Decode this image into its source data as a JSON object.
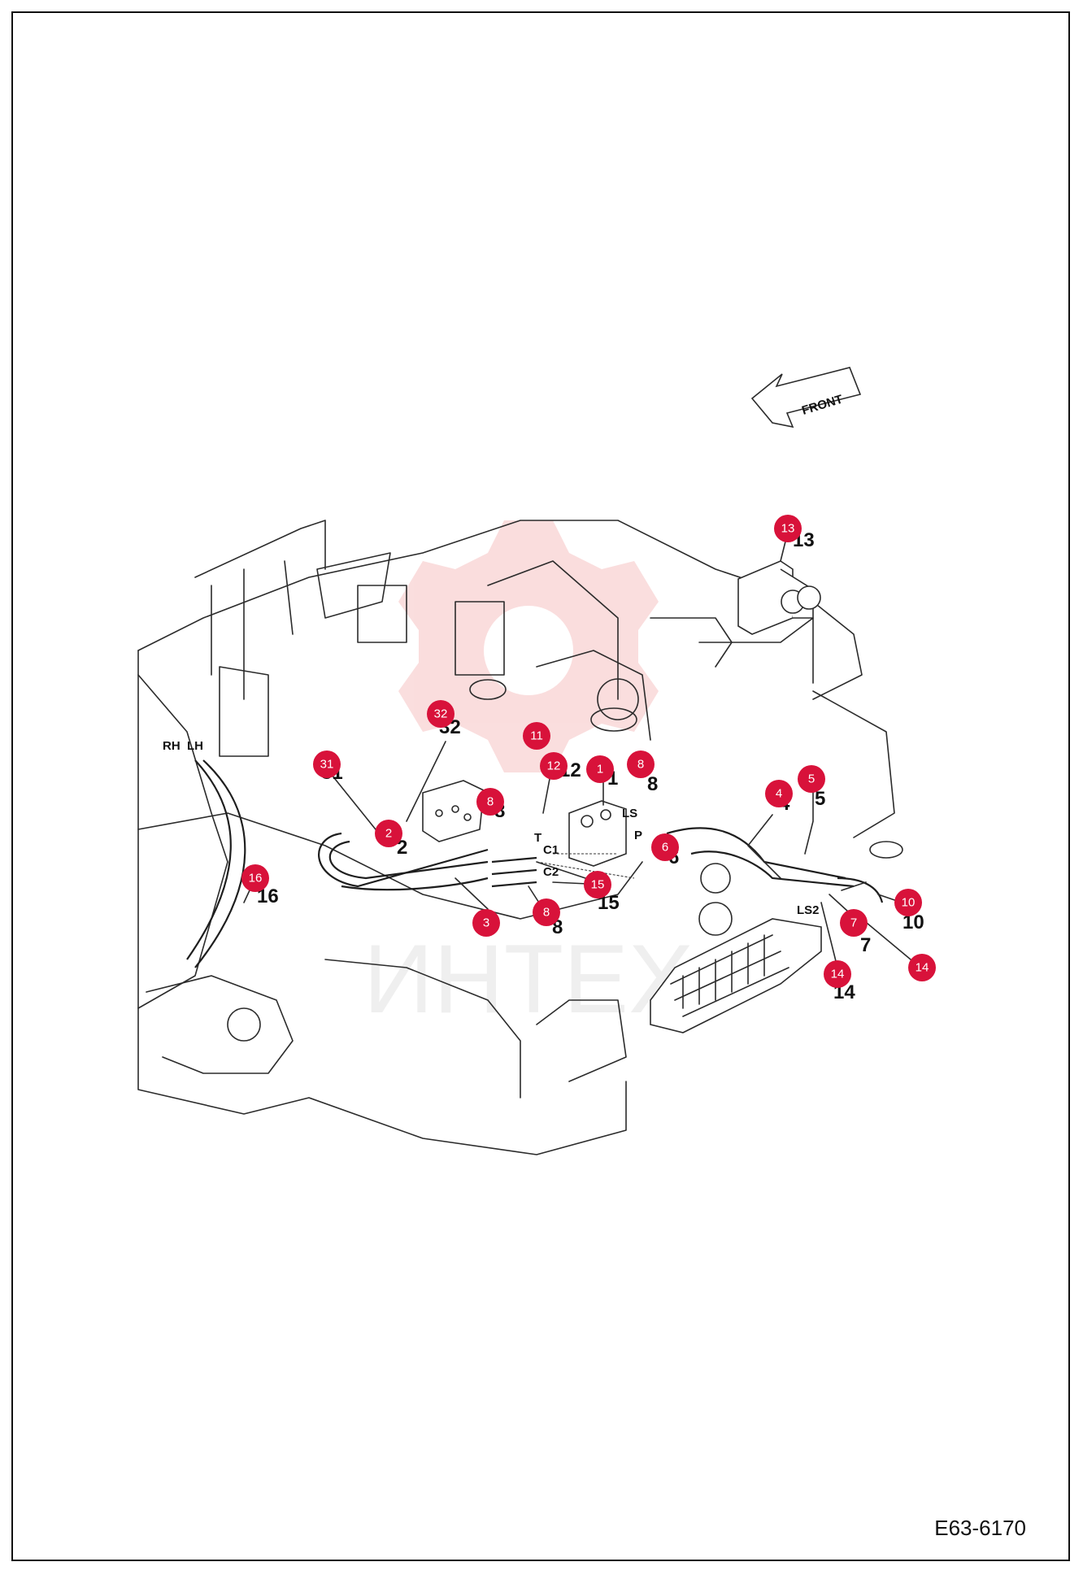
{
  "drawing_code": "E63-6170",
  "direction_label": "FRONT",
  "watermark_text": "ИНТЕХ",
  "port_labels": [
    "RH",
    "LH",
    "T",
    "P",
    "C1",
    "C2",
    "LS",
    "LS2"
  ],
  "callouts": [
    "1",
    "2",
    "3",
    "4",
    "5",
    "6",
    "7",
    "8",
    "8",
    "8",
    "10",
    "11",
    "12",
    "13",
    "14",
    "14",
    "15",
    "16",
    "31",
    "32"
  ],
  "part_labels": [
    "13",
    "32",
    "31",
    "12",
    "1",
    "8",
    "8",
    "2",
    "16",
    "15",
    "8",
    "6",
    "4",
    "5",
    "10",
    "7",
    "14"
  ],
  "colors": {
    "badge": "#d8123a",
    "line": "#2b2b2b",
    "watermark": "#f3b8b8"
  }
}
